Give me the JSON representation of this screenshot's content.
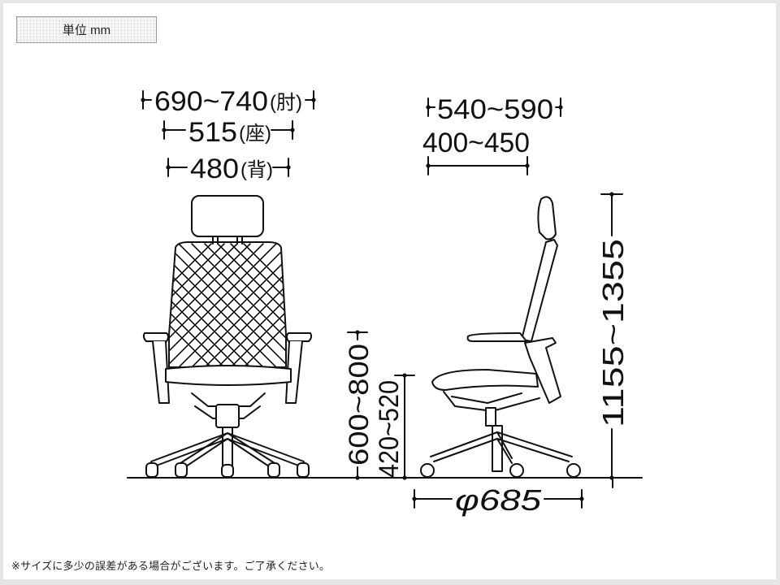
{
  "unit_label": "単位 mm",
  "note": "※サイズに多少の誤差がある場合がございます。ご了承ください。",
  "front_view": {
    "overall_width": "690~740",
    "overall_width_suffix": "(肘)",
    "seat_width": "515",
    "seat_width_suffix": "(座)",
    "back_width": "480",
    "back_width_suffix": "(背)",
    "armrest_height": "600~800",
    "seat_height": "420~520"
  },
  "side_view": {
    "overall_depth": "540~590",
    "seat_depth": "400~450",
    "overall_height": "1155~1355",
    "base_diameter": "φ685"
  },
  "colors": {
    "line": "#111111",
    "background": "#ffffff",
    "frame": "#e6e6e6"
  }
}
